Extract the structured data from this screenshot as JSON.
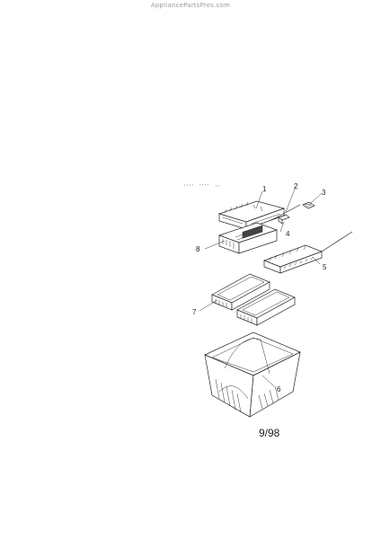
{
  "watermark": "AppliancePartsPros.com",
  "date_code": "9/98",
  "callouts": [
    {
      "label": "1"
    },
    {
      "label": "2"
    },
    {
      "label": "3"
    },
    {
      "label": "4"
    },
    {
      "label": "5"
    },
    {
      "label": "6"
    },
    {
      "label": "7"
    },
    {
      "label": "8"
    }
  ]
}
